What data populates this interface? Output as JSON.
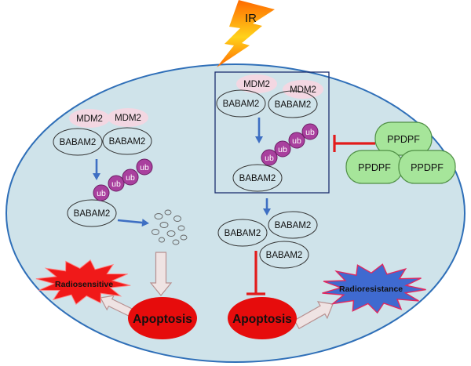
{
  "trigger": {
    "label": "IR"
  },
  "labels": {
    "mdm2": "MDM2",
    "babam2": "BABAM2",
    "ub": "ub",
    "ppdpf": "PPDPF",
    "apoptosis": "Apoptosis",
    "radiosensitive": "Radiosensitive",
    "radioresistance": "Radioresistance"
  },
  "colors": {
    "cell_fill": "#cfe3ea",
    "cell_stroke": "#2f6fb8",
    "mdm2_fill": "#f3d7e2",
    "ub_fill": "#a9409e",
    "ppdpf_fill": "#a6e59a",
    "ppdpf_stroke": "#4f8f45",
    "arrow_blue": "#3e6fc3",
    "inhibit_red": "#e21b1b",
    "apoptosis_fill": "#e60c0c",
    "star_red": "#f01919",
    "star_blue": "#3f6ad0",
    "star_blue_stroke": "#e0285f",
    "bolt_yellow": "#ffd21a",
    "bolt_orange": "#ff6a00",
    "hollow_arrow_fill": "#efe3e3",
    "hollow_arrow_stroke": "#b89090",
    "box_stroke": "#1d2f6f"
  },
  "icons": {
    "trigger": "lightning-bolt-icon",
    "debris": "degradation-fragments-icon"
  }
}
